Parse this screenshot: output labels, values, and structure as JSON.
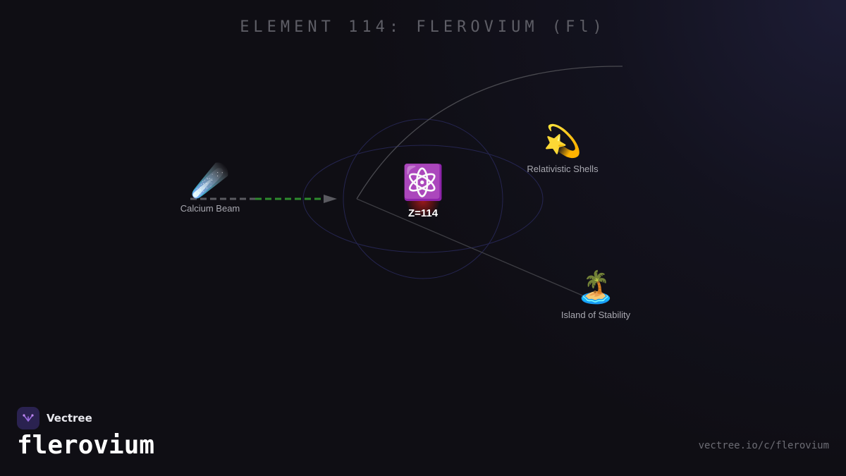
{
  "header": {
    "title": "ELEMENT 114: FLEROVIUM (Fl)"
  },
  "nodes": {
    "calcium_beam": {
      "icon": "comet-icon",
      "glyph": "☄️",
      "label": "Calcium Beam"
    },
    "nucleus": {
      "icon": "atom-icon",
      "glyph": "⚛️",
      "label": "Z=114"
    },
    "relativistic_shells": {
      "icon": "dizzy-star-icon",
      "glyph": "💫",
      "label": "Relativistic Shells"
    },
    "island_of_stability": {
      "icon": "island-icon",
      "glyph": "🏝️",
      "label": "Island of Stability"
    }
  },
  "footer": {
    "brand_name": "Vectree",
    "topic": "flerovium",
    "url": "vectree.io/c/flerovium"
  },
  "colors": {
    "background": "#0f0e14",
    "beam_green": "#2e8b2e",
    "orbit_blue": "#2a2a55",
    "nucleus_red": "#b01e1e"
  }
}
